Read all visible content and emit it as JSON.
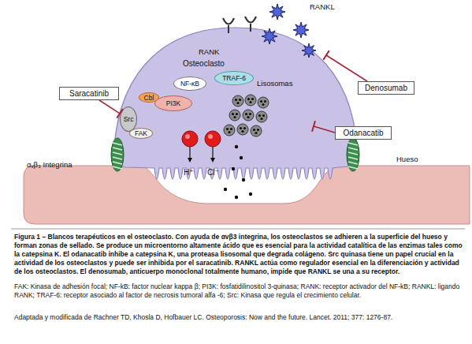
{
  "diagram": {
    "caption": "Figura 1 – Blancos terapéuticos en el osteoclasto. Con ayuda de αvβ3 integrina, los osteoclastos se adhieren a la superficie del hueso y forman zonas de sellado. Se produce un microentorno altamente ácido que es esencial para la actividad catalítica de las enzimas tales como la catepsina K. El odanacatib inhibe a catepsina K, una proteasa lisosomal que degrada colágeno. Src quinasa tiene un papel crucial en la actividad de los osteoclastos y puede ser inhibida por el saracatinib. RANKL actúa como regulador esencial en la diferenciación y actividad de los osteoclastos. El denosumab, anticuerpo monoclonal totalmente humano, impide que RANKL se una a su receptor.",
    "nodes": [
      {
        "text": [
          "Saracatinib"
        ]
      },
      {
        "text": [
          "Denosumab"
        ]
      },
      {
        "text": [
          "Osteoclasto"
        ]
      },
      {
        "text": [
          "Src"
        ],
        "in": 2
      },
      {
        "text": [
          "Cbl"
        ],
        "in": 2
      },
      {
        "text": [
          "PI3K"
        ],
        "in": 2
      },
      {
        "text": [
          "FAK"
        ],
        "in": 2
      },
      {
        "text": [
          "NF-κB"
        ],
        "in": 2
      },
      {
        "text": [
          "TRAF-6"
        ],
        "in": 2
      },
      {
        "text": [
          "Odanacatib"
        ]
      }
    ],
    "edges": [
      {
        "from": 0,
        "to": 3,
        "arrow": "none"
      }
    ],
    "labels": [
      "RANKL",
      "RANK",
      "Lisosomas",
      "αᵥβ₃ Integrina",
      "Hueso",
      "H⁺",
      "Cl⁻",
      "FAK: Kinasa de adhesión focal; NF-kB: factor nuclear kappa β; PI3K: fosfatidilinositol 3-quinasa; RANK: receptor activador del NF-kB; RANKL: ligando RANK; TRAF-6: receptor asociado al factor de necrosis tumoral alfa -6; Src: Kinasa que regula el crecimiento celular.",
      "Adaptada y modificada de Rachner TD, Khosla D, Hofbauer LC. Osteoporosis: Now and the future. Lancet. 2011; 377: 1276-87."
    ]
  }
}
